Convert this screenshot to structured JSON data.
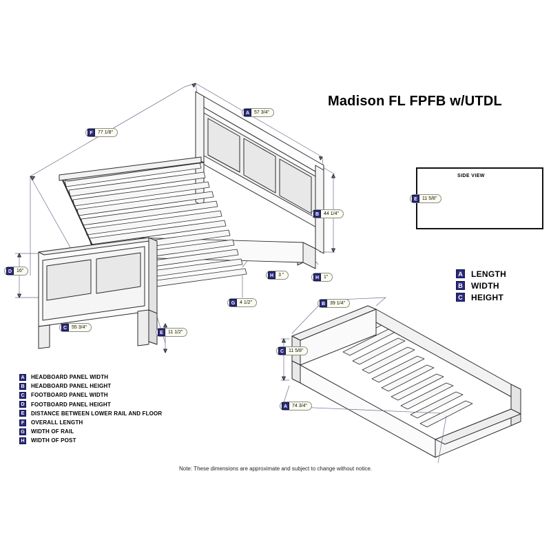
{
  "title": "Madison FL FPFB w/UTDL",
  "side_view": {
    "label": "SIDE VIEW",
    "dimension": {
      "letter": "E",
      "value": "11 5/8\""
    }
  },
  "abc_legend": [
    {
      "letter": "A",
      "label": "LENGTH"
    },
    {
      "letter": "B",
      "label": "WIDTH"
    },
    {
      "letter": "C",
      "label": "HEIGHT"
    }
  ],
  "key_legend": [
    {
      "letter": "A",
      "label": "HEADBOARD PANEL WIDTH"
    },
    {
      "letter": "B",
      "label": "HEADBOARD PANEL HEIGHT"
    },
    {
      "letter": "C",
      "label": "FOOTBOARD PANEL WIDTH"
    },
    {
      "letter": "D",
      "label": "FOOTBOARD PANEL HEIGHT"
    },
    {
      "letter": "E",
      "label": "DISTANCE BETWEEN LOWER RAIL AND FLOOR"
    },
    {
      "letter": "F",
      "label": "OVERALL LENGTH"
    },
    {
      "letter": "G",
      "label": "WIDTH OF RAIL"
    },
    {
      "letter": "H",
      "label": "WIDTH OF POST"
    }
  ],
  "bed_dimensions": {
    "overall_length": {
      "letter": "F",
      "value": "77 1/8\""
    },
    "headboard_width": {
      "letter": "A",
      "value": "57 3/4\""
    },
    "headboard_height": {
      "letter": "B",
      "value": "44 1/4\""
    },
    "footboard_height": {
      "letter": "D",
      "value": "16\""
    },
    "footboard_width": {
      "letter": "C",
      "value": "55 3/4\""
    },
    "lower_rail_to_floor": {
      "letter": "E",
      "value": "11 1/2\""
    },
    "post_width_large": {
      "letter": "H",
      "value": "3 \""
    },
    "post_width_small": {
      "letter": "H",
      "value": "1\""
    },
    "rail_width": {
      "letter": "G",
      "value": "4 1/2\""
    }
  },
  "trundle_dimensions": {
    "width": {
      "letter": "B",
      "value": "39 1/4\""
    },
    "height": {
      "letter": "C",
      "value": "11 5/8\""
    },
    "length": {
      "letter": "A",
      "value": "74 3/4\""
    }
  },
  "footer_note": "Note:  These dimensions are approximate and subject to change without notice.",
  "colors": {
    "badge_fill": "#2b2b7a",
    "badge_text": "#ffffff",
    "callout_bg": "#fbfbee",
    "line": "#222222"
  }
}
